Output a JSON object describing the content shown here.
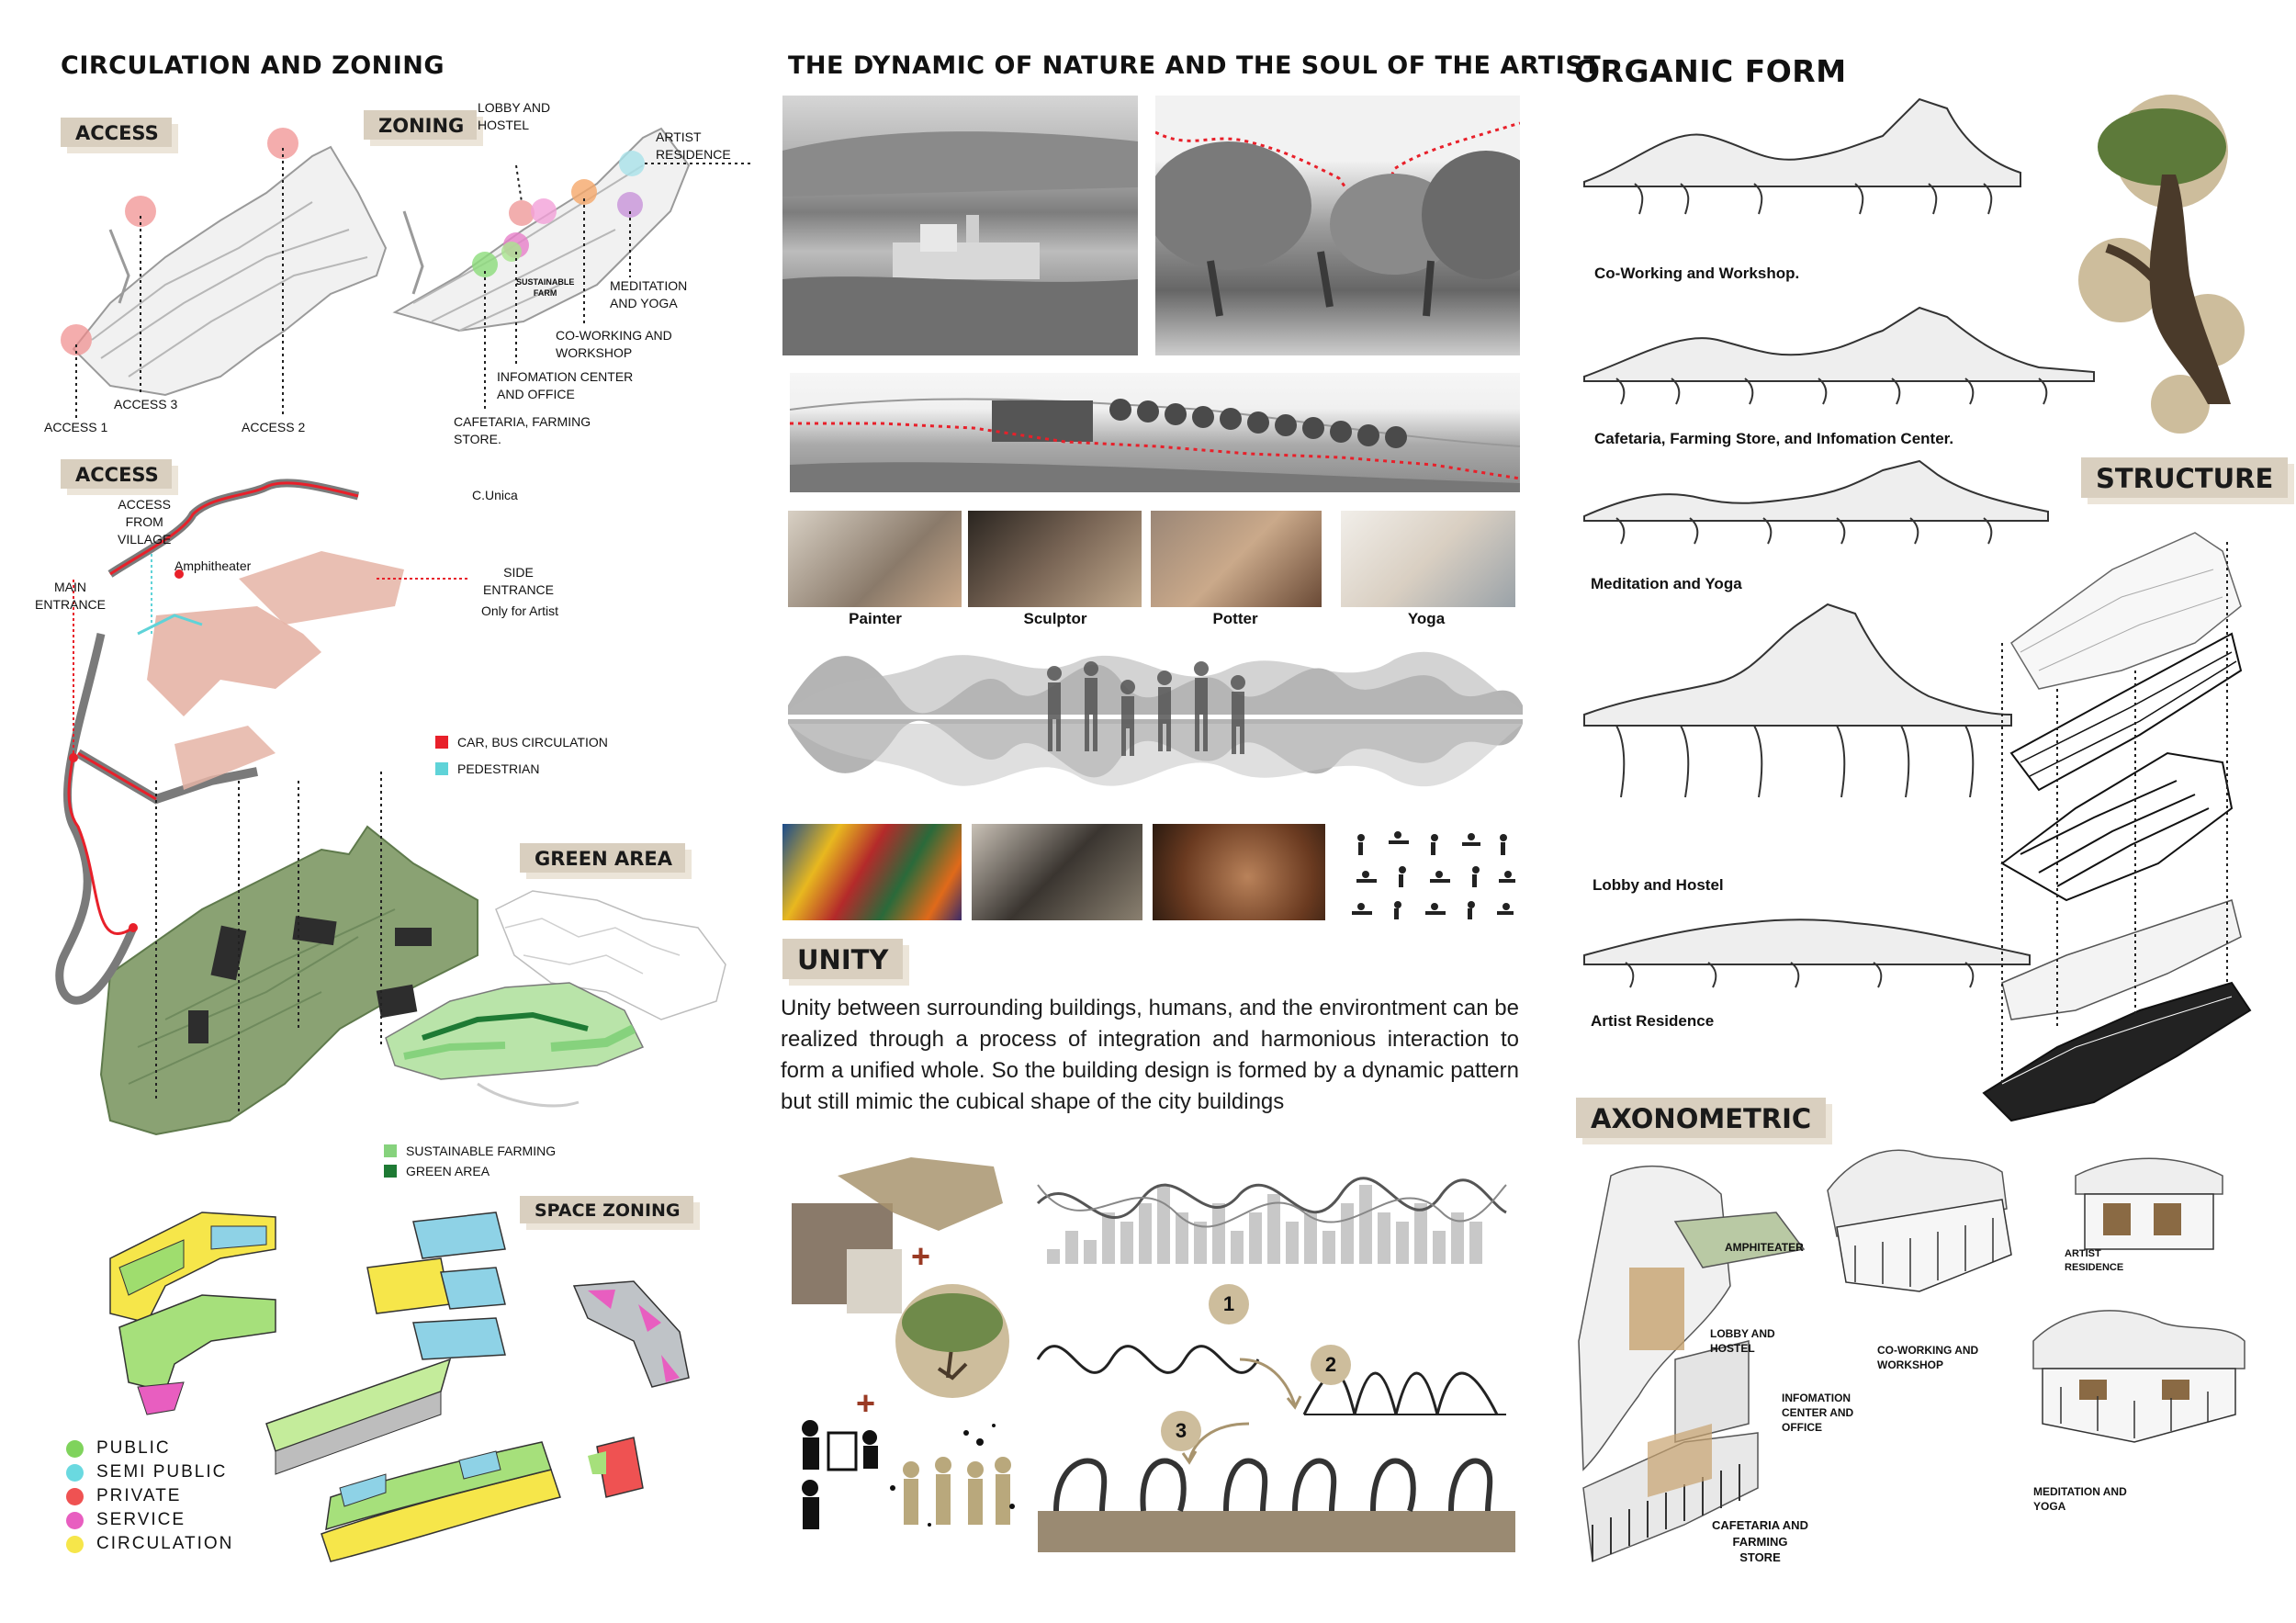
{
  "left": {
    "title": "CIRCULATION AND ZONING",
    "access_tag": "ACCESS",
    "zoning_tag": "ZONING",
    "access_points": [
      "ACCESS 1",
      "ACCESS 3",
      "ACCESS 2"
    ],
    "zoning_labels": {
      "lobby": "LOBBY AND\nHOSTEL",
      "artist": "ARTIST\nRESIDENCE",
      "sustainable": "SUSTAINABLE\nFARM",
      "meditation": "MEDITATION\nAND YOGA",
      "coworking": "CO-WORKING AND\nWORKSHOP",
      "info": "INFOMATION CENTER\nAND OFFICE",
      "cafetaria": "CAFETARIA, FARMING\nSTORE."
    },
    "access2_tag": "ACCESS",
    "circulation_labels": {
      "cunica": "C.Unica",
      "from_village": "ACCESS\nFROM\nVILLAGE",
      "amphitheater": "Amphitheater",
      "main_entrance": "MAIN\nENTRANCE",
      "side_entrance": "SIDE\nENTRANCE",
      "only_artist": "Only for Artist"
    },
    "circulation_legend": [
      {
        "label": "CAR, BUS CIRCULATION",
        "color": "#e8202a"
      },
      {
        "label": "PEDESTRIAN",
        "color": "#5fd3d8"
      }
    ],
    "green_tag": "GREEN AREA",
    "green_legend": [
      {
        "label": "SUSTAINABLE FARMING",
        "color": "#86d27d"
      },
      {
        "label": "GREEN AREA",
        "color": "#1e7a34"
      }
    ],
    "space_tag": "SPACE ZONING",
    "space_legend": [
      {
        "label": "PUBLIC",
        "color": "#7fd35c"
      },
      {
        "label": "SEMI PUBLIC",
        "color": "#6ad9e0"
      },
      {
        "label": "PRIVATE",
        "color": "#ef5252"
      },
      {
        "label": "SERVICE",
        "color": "#e85ec0"
      },
      {
        "label": "CIRCULATION",
        "color": "#f6e64a"
      }
    ]
  },
  "middle": {
    "title": "THE DYNAMIC OF NATURE AND THE SOUL OF THE ARTIST",
    "artists": [
      "Painter",
      "Sculptor",
      "Potter",
      "Yoga"
    ],
    "unity_tag": "UNITY",
    "unity_text": "Unity between surrounding buildings, humans, and the environtment can be realized through a process of integration and harmonious interaction to form a unified whole. So the building design is formed by a dynamic pattern but still mimic the cubical shape of the city buildings",
    "steps": [
      "1",
      "2",
      "3"
    ],
    "plus": "+"
  },
  "right": {
    "title": "ORGANIC FORM",
    "forms": [
      "Co-Working and Workshop.",
      "Cafetaria, Farming Store, and Infomation Center.",
      "Meditation and Yoga",
      "Lobby and Hostel",
      "Artist Residence"
    ],
    "structure_tag": "STRUCTURE",
    "axo_tag": "AXONOMETRIC",
    "axo_labels": {
      "amphi": "AMPHITEATER",
      "lobby": "LOBBY AND\nHOSTEL",
      "info": "INFOMATION\nCENTER AND\nOFFICE",
      "cafe": "CAFETARIA AND\nFARMING\nSTORE",
      "cowork": "CO-WORKING AND\nWORKSHOP",
      "artist": "ARTIST\nRESIDENCE",
      "medit": "MEDITATION AND\nYOGA"
    }
  }
}
